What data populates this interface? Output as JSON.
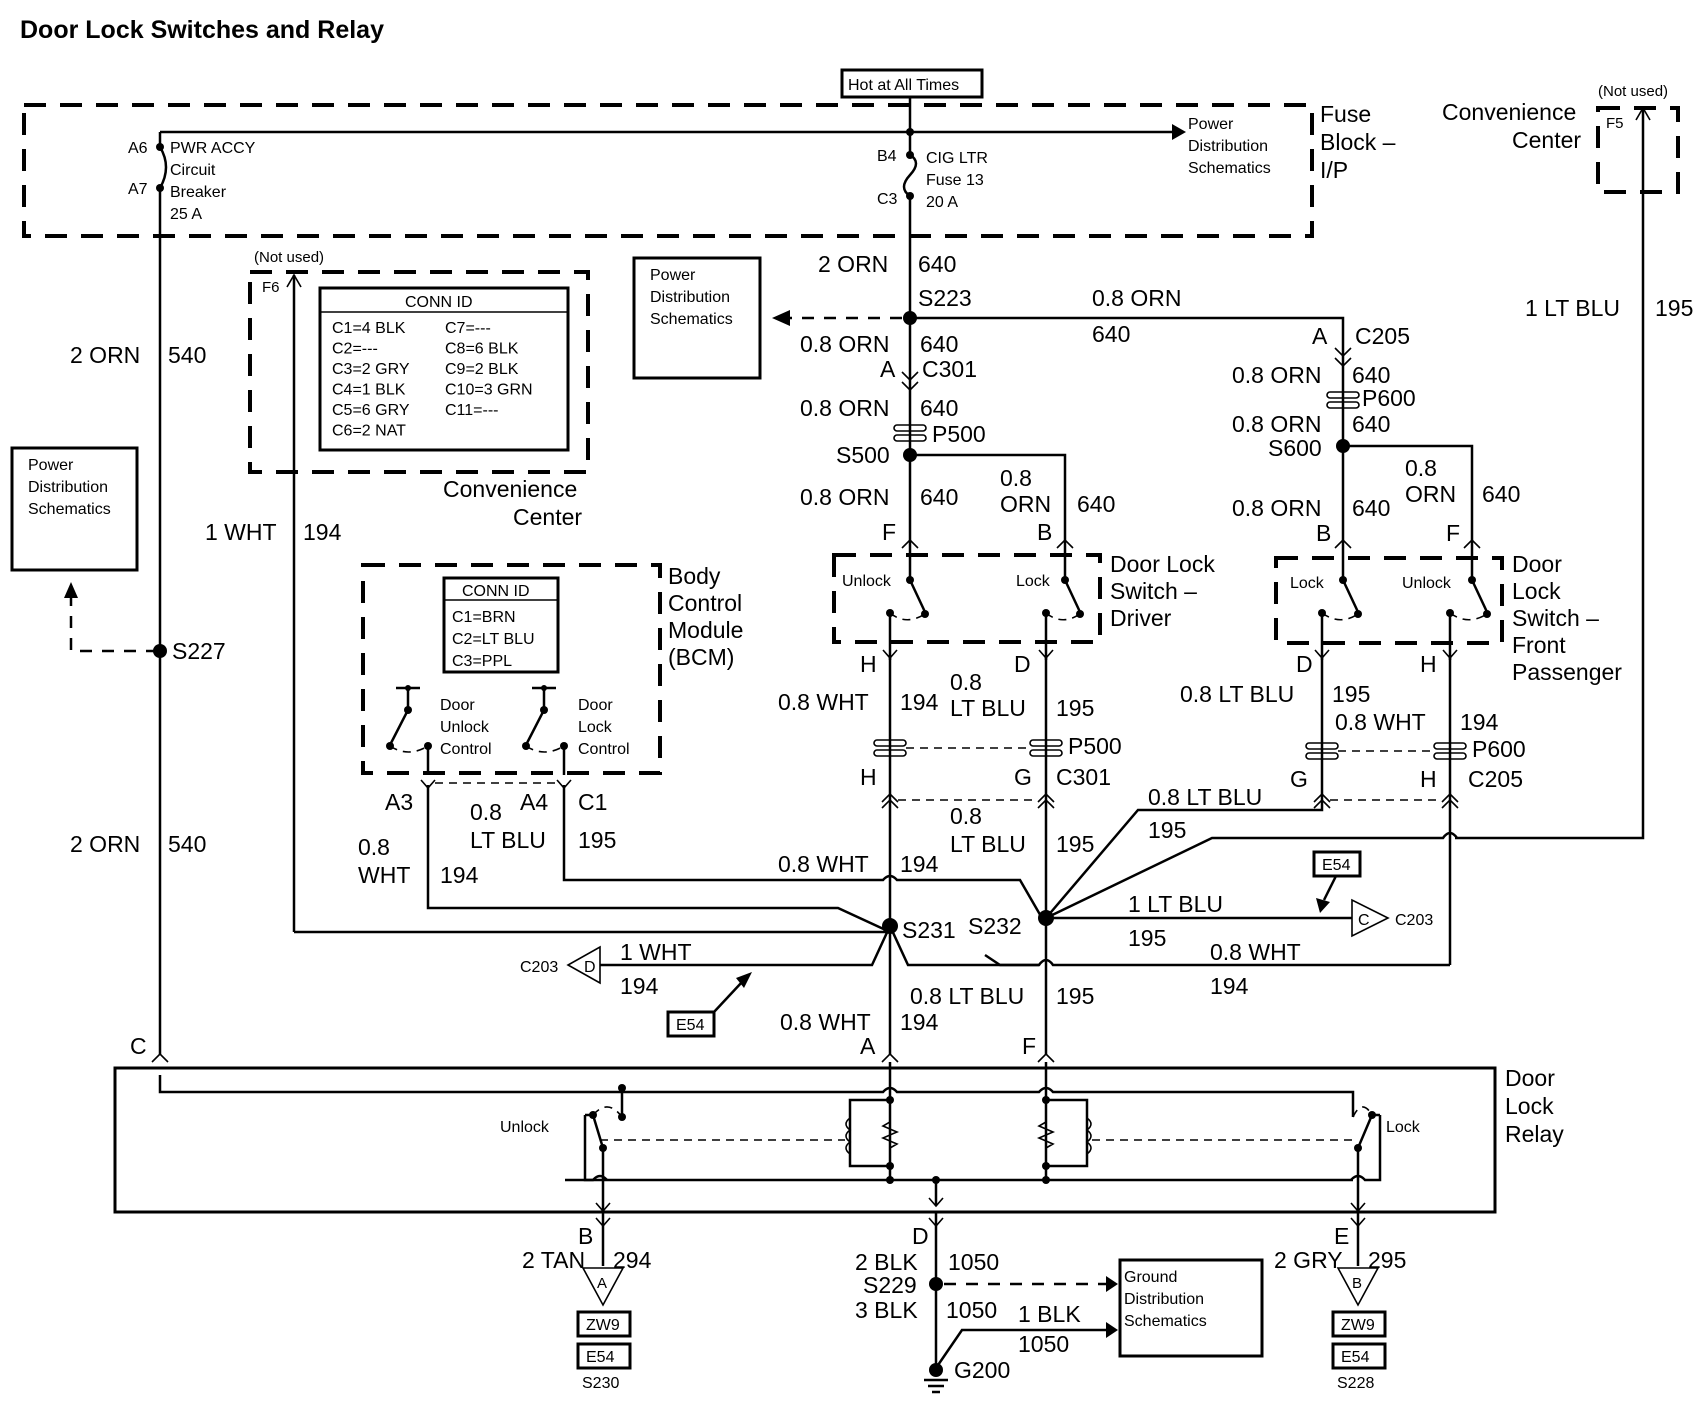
{
  "title": "Door Lock Switches and Relay",
  "hot_label": "Hot at All Times",
  "fuse_block": {
    "name_lines": [
      "Fuse",
      "Block –",
      "I/P"
    ],
    "breaker": {
      "pin_in": "A6",
      "pin_out": "A7",
      "lines": [
        "PWR ACCY",
        "Circuit",
        "Breaker",
        "25 A"
      ]
    },
    "fuse": {
      "pin_in": "B4",
      "pin_out": "C3",
      "lines": [
        "CIG LTR",
        "Fuse 13",
        "20 A"
      ]
    },
    "power_dist_lines": [
      "Power",
      "Distribution",
      "Schematics"
    ]
  },
  "convenience_center_f5": {
    "not_used": "(Not used)",
    "pin": "F5",
    "name_lines": [
      "Convenience",
      "Center"
    ]
  },
  "convenience_center_f6": {
    "not_used": "(Not used)",
    "pin": "F6",
    "name_lines": [
      "Convenience",
      "Center"
    ],
    "conn_id_title": "CONN ID",
    "conn_left": [
      "C1=4 BLK",
      "C2=---",
      "C3=2 GRY",
      "C4=1 BLK",
      "C5=6 GRY",
      "C6=2 NAT"
    ],
    "conn_right": [
      "C7=---",
      "C8=6 BLK",
      "C9=2 BLK",
      "C10=3 GRN",
      "C11=---"
    ]
  },
  "power_dist_box_mid": [
    "Power",
    "Distribution",
    "Schematics"
  ],
  "power_dist_box_left": [
    "Power",
    "Distribution",
    "Schematics"
  ],
  "bcm": {
    "name_lines": [
      "Body",
      "Control",
      "Module",
      "(BCM)"
    ],
    "conn_id_title": "CONN ID",
    "conn": [
      "C1=BRN",
      "C2=LT BLU",
      "C3=PPL"
    ],
    "unlock_lines": [
      "Door",
      "Unlock",
      "Control"
    ],
    "lock_lines": [
      "Door",
      "Lock",
      "Control"
    ],
    "pins": {
      "a3": "A3",
      "a4": "A4",
      "c1": "C1"
    }
  },
  "driver_switch": {
    "name_lines": [
      "Door Lock",
      "Switch –",
      "Driver"
    ],
    "unlock": "Unlock",
    "lock": "Lock"
  },
  "passenger_switch": {
    "name_lines": [
      "Door",
      "Lock",
      "Switch –",
      "Front",
      "Passenger"
    ],
    "unlock": "Unlock",
    "lock": "Lock"
  },
  "relay": {
    "name_lines": [
      "Door",
      "Lock",
      "Relay"
    ],
    "unlock": "Unlock",
    "lock": "Lock"
  },
  "ground_dist_lines": [
    "Ground",
    "Distribution",
    "Schematics"
  ],
  "wires": {
    "w540_top": {
      "color": "2 ORN",
      "circuit": "540"
    },
    "w540_bot": {
      "color": "2 ORN",
      "circuit": "540"
    },
    "w194_1wht": {
      "color": "1 WHT",
      "circuit": "194"
    },
    "w195_1ltblu_right": {
      "color": "1 LT BLU",
      "circuit": "195"
    },
    "w640_main": {
      "color": "2 ORN",
      "circuit": "640"
    },
    "w640_branch": {
      "color": "0.8 ORN",
      "circuit": "640"
    },
    "w640_c301": {
      "color": "0.8 ORN",
      "circuit": "640"
    },
    "w640_p500": {
      "color": "0.8 ORN",
      "circuit": "640"
    },
    "w640_f": {
      "color": "0.8 ORN",
      "circuit": "640"
    },
    "w640_b_color_1": "0.8",
    "w640_b_color_2": "ORN",
    "w640_b_circuit": "640",
    "w640_c205": {
      "color": "0.8 ORN",
      "circuit": "640"
    },
    "w640_s600": {
      "color": "0.8 ORN",
      "circuit": "640"
    },
    "w640_pb": {
      "color": "0.8 ORN",
      "circuit": "640"
    },
    "w640_pf_color_1": "0.8",
    "w640_pf_color_2": "ORN",
    "w640_pf_circuit": "640",
    "drv_h": {
      "color": "0.8 WHT",
      "circuit": "194"
    },
    "drv_d_color_1": "0.8",
    "drv_d_color_2": "LT BLU",
    "drv_d_circuit": "195",
    "pas_d": {
      "color": "0.8 LT BLU",
      "circuit": "195"
    },
    "pas_h": {
      "color": "0.8 WHT",
      "circuit": "194"
    },
    "bcm_a3_color_1": "0.8",
    "bcm_a3_color_2": "WHT",
    "bcm_a3_circuit": "194",
    "bcm_c1_color_1": "0.8",
    "bcm_c1_color_2": "LT BLU",
    "bcm_c1_circuit": "195",
    "s231_in": {
      "color": "0.8 WHT",
      "circuit": "194"
    },
    "s232_in_color_1": "0.8",
    "s232_in_color_2": "LT BLU",
    "s232_in_circuit": "195",
    "pas_g_out": {
      "color": "0.8 LT BLU",
      "circuit": "195"
    },
    "c203c": {
      "color": "1 LT BLU",
      "circuit": "195"
    },
    "c203d": {
      "color": "1 WHT",
      "circuit": "194"
    },
    "pas_h_out": {
      "color": "0.8 WHT",
      "circuit": "194"
    },
    "relay_f": {
      "color": "0.8 LT BLU",
      "circuit": "195"
    },
    "relay_a": {
      "color": "0.8 WHT",
      "circuit": "194"
    },
    "w294": {
      "color": "2 TAN",
      "circuit": "294"
    },
    "w1050_top": {
      "color": "2 BLK",
      "circuit": "1050"
    },
    "w1050_bot": {
      "color": "3 BLK",
      "circuit": "1050"
    },
    "w1050_side": {
      "color": "1 BLK",
      "circuit": "1050"
    },
    "w295": {
      "color": "2 GRY",
      "circuit": "295"
    }
  },
  "splices": {
    "s223": "S223",
    "s500": "S500",
    "s600": "S600",
    "s227": "S227",
    "s231": "S231",
    "s232": "S232",
    "s229": "S229"
  },
  "connectors": {
    "c301": "C301",
    "c205": "C205",
    "p500": "P500",
    "p600": "P600",
    "c203": "C203",
    "c203_c": "C",
    "c203_d": "D"
  },
  "pins": {
    "a": "A",
    "b": "B",
    "c": "C",
    "d": "D",
    "e": "E",
    "f": "F",
    "g": "G",
    "h": "H"
  },
  "ground": {
    "g200": "G200"
  },
  "options": {
    "e54": "E54",
    "zw9": "ZW9",
    "s230": "S230",
    "s228": "S228",
    "tri_a": "A",
    "tri_b": "B"
  }
}
